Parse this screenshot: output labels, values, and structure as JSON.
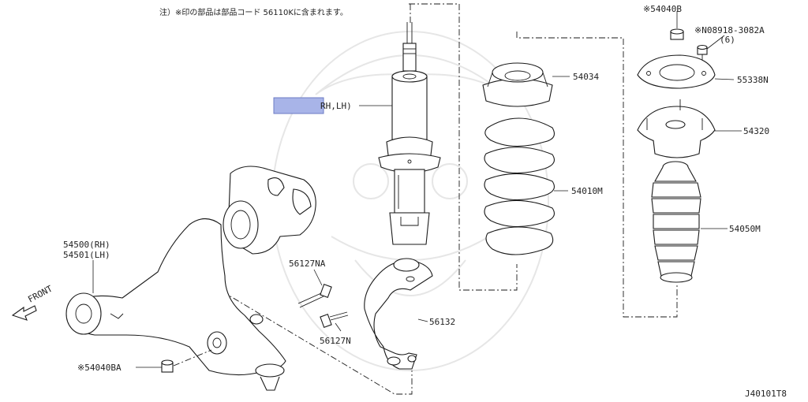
{
  "note": "注）※印の部品は部品コード 56110Kに含まれます。",
  "figure_id": "J40101T8",
  "direction_label": "FRONT",
  "redaction_color": "#a8b4e8",
  "labels": {
    "p54040B": "※54040B",
    "p08918": "※N08918-3082A",
    "p08918_qty": "(6)",
    "p54034": "54034",
    "p55338N": "55338N",
    "p54320": "54320",
    "p54010M": "54010M",
    "p54050M": "54050M",
    "strut_suffix": "RH,LH)",
    "p54500": "54500(RH)",
    "p54501": "54501(LH)",
    "p56127NA": "56127NA",
    "p56127N": "56127N",
    "p56132": "56132",
    "p54040BA": "※54040BA"
  }
}
